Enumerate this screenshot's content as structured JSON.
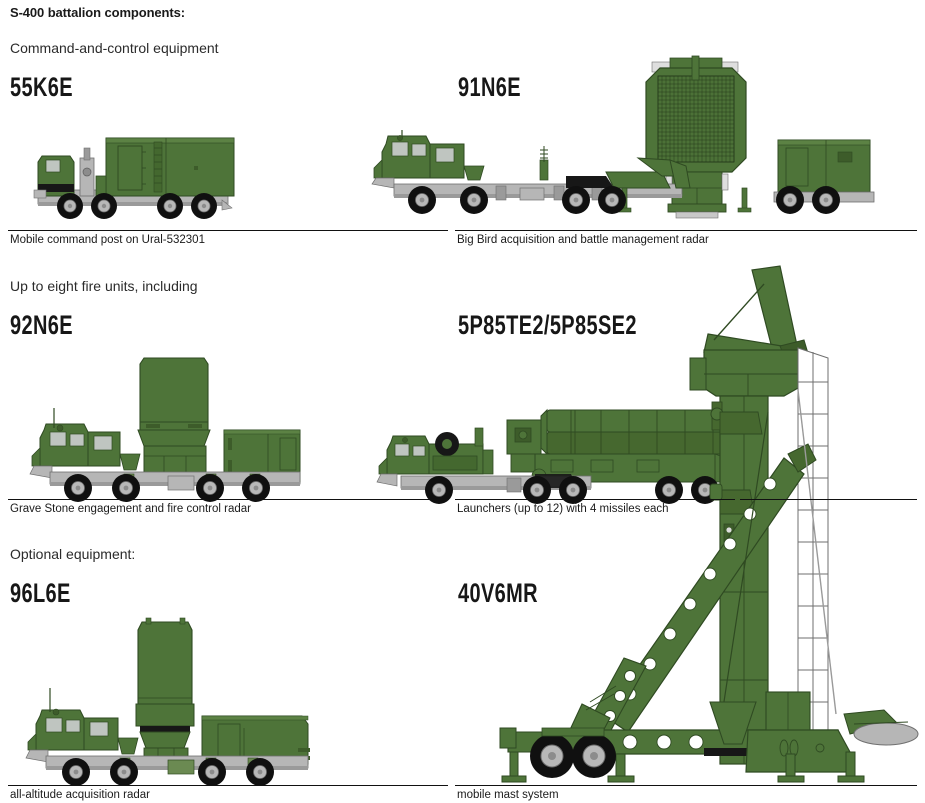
{
  "header": {
    "title": "S-400 battalion components:"
  },
  "colors": {
    "green_dark": "#40602c",
    "green_mid": "#4e7439",
    "green_light": "#5c8244",
    "grey": "#b6b6b6",
    "grey_dark": "#8c8c8c",
    "tire": "#101010",
    "hub": "#b8b8b8",
    "line": "#111111",
    "text": "#1a1a1a",
    "white": "#ffffff"
  },
  "sections": [
    {
      "id": "command",
      "label": "Command-and-control equipment"
    },
    {
      "id": "fire",
      "label": "Up to eight fire units, including"
    },
    {
      "id": "optional",
      "label": "Optional equipment:"
    }
  ],
  "items": [
    {
      "id": "55k6e",
      "model": "55K6E",
      "caption": "Mobile command post on Ural-532301",
      "section": "command",
      "column": "left"
    },
    {
      "id": "91n6e",
      "model": "91N6E",
      "caption": "Big Bird acquisition and battle management radar",
      "section": "command",
      "column": "right"
    },
    {
      "id": "92n6e",
      "model": "92N6E",
      "caption": "Grave Stone engagement and fire control radar",
      "section": "fire",
      "column": "left"
    },
    {
      "id": "5p85te2",
      "model": "5P85TE2/5P85SE2",
      "caption": "Launchers (up to 12) with 4 missiles each",
      "section": "fire",
      "column": "right"
    },
    {
      "id": "96l6e",
      "model": "96L6E",
      "caption": "all-altitude acquisition radar",
      "section": "optional",
      "column": "left"
    },
    {
      "id": "40v6mr",
      "model": "40V6MR",
      "caption": "mobile mast system",
      "section": "optional",
      "column": "right"
    }
  ]
}
